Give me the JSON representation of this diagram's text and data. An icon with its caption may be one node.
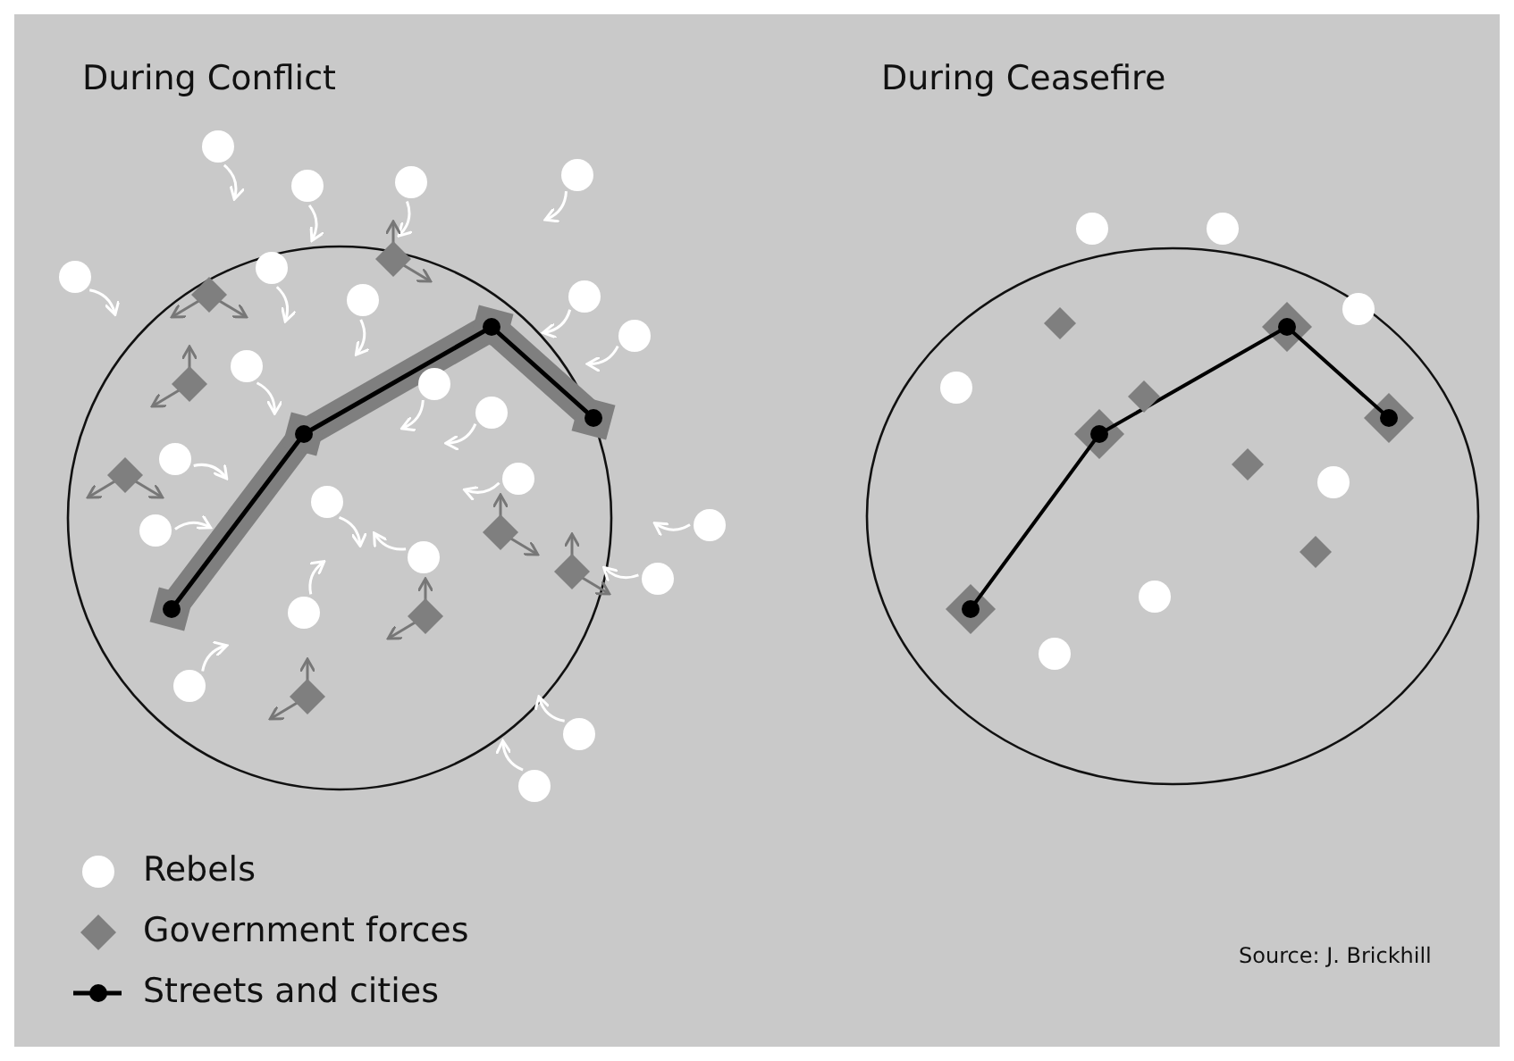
{
  "diagram": {
    "labels": [
      "During Conflict",
      "During Ceasefire",
      "Source: J. Brickhill"
    ],
    "legend": [
      {
        "text": "Rebels"
      },
      {
        "text": "Government forces"
      },
      {
        "text": "Streets and cities"
      }
    ]
  }
}
